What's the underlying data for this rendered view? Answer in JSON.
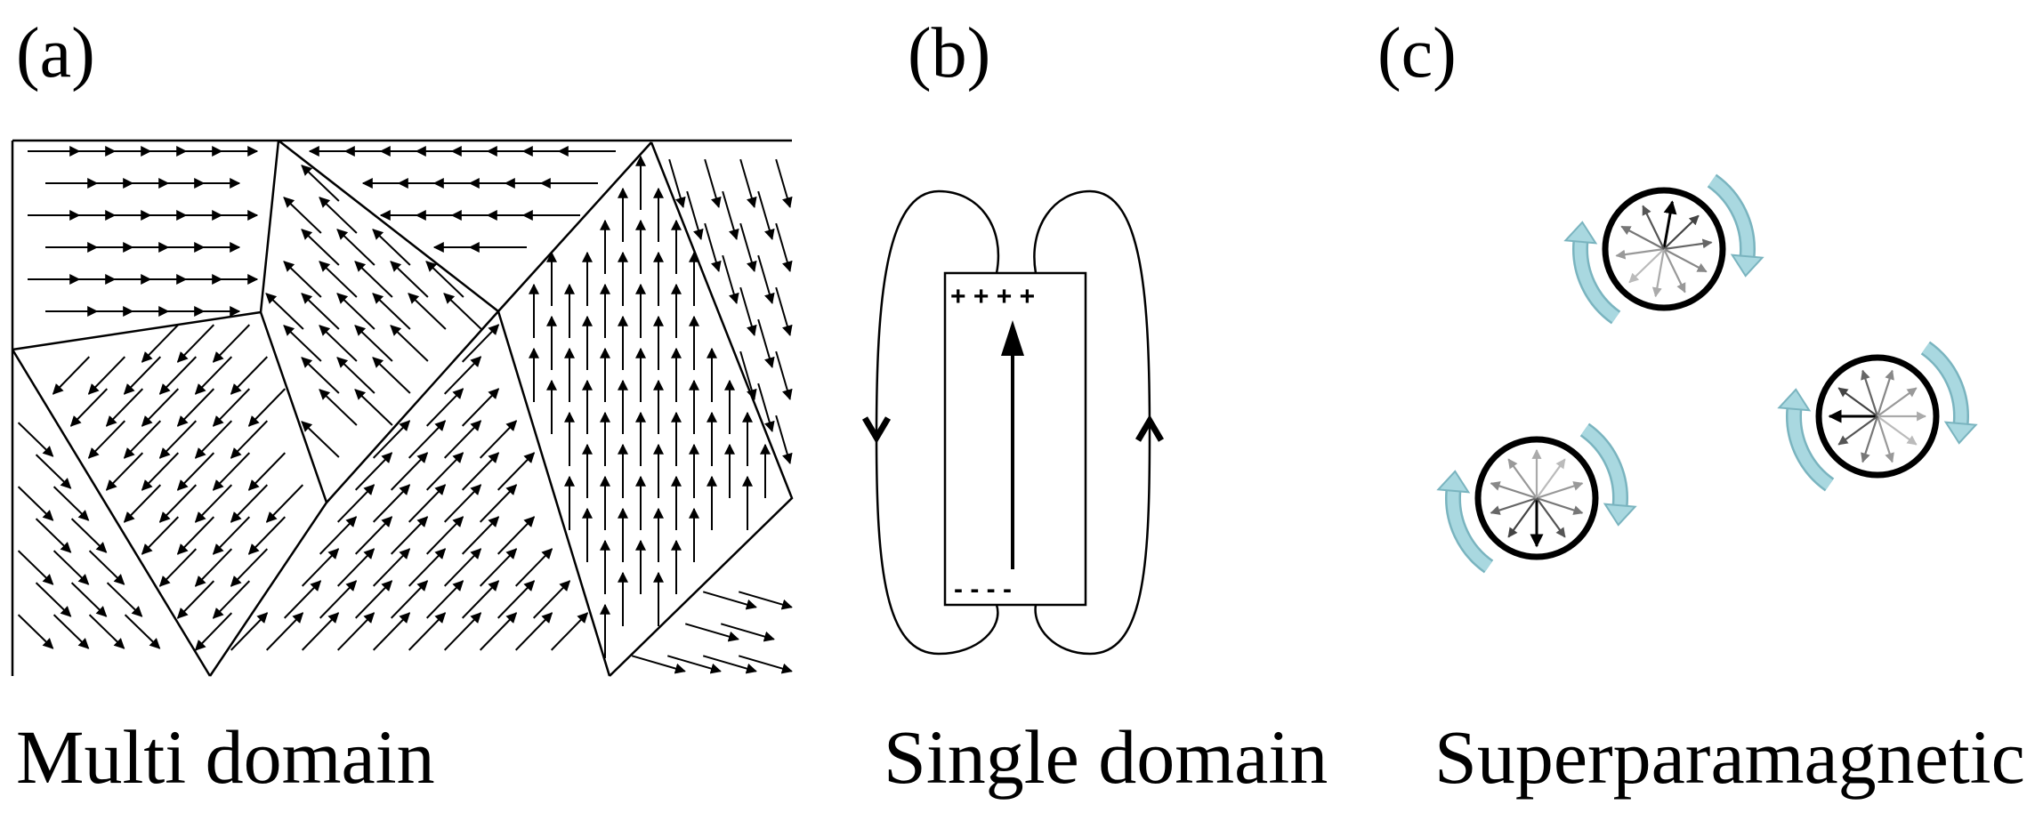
{
  "panels": {
    "a": {
      "label": "(a)",
      "caption": "Multi domain"
    },
    "b": {
      "label": "(b)",
      "caption": "Single domain",
      "top_charges": "+ + + +",
      "bottom_charges": "- - - -"
    },
    "c": {
      "label": "(c)",
      "caption": "Superparamagnetic"
    }
  },
  "colors": {
    "ink": "#000000",
    "rotation_arrow": "#a9d8e0",
    "rotation_arrow_stroke": "#7ab4bf"
  }
}
